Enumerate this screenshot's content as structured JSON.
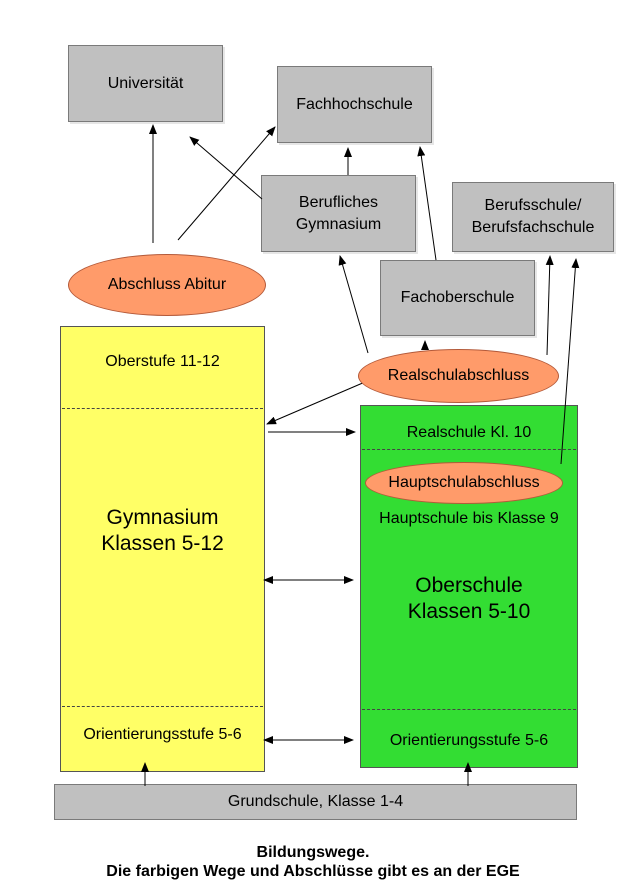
{
  "boxes": {
    "universitaet": "Universität",
    "fachhochschule": "Fachhochschule",
    "berufliches_gymnasium": "Berufliches\nGymnasium",
    "berufsschule": "Berufsschule/\nBerufsfachschule",
    "fachoberschule": "Fachoberschule",
    "grundschule": "Grundschule, Klasse 1-4"
  },
  "abschluesse": {
    "abitur": "Abschluss Abitur",
    "realschul": "Realschulabschluss",
    "hauptschul": "Hauptschulabschluss"
  },
  "gymnasium": {
    "oberstufe": "Oberstufe 11-12",
    "title": "Gymnasium\nKlassen 5-12",
    "orientierung": "Orientierungsstufe 5-6"
  },
  "oberschule": {
    "realschule": "Realschule Kl. 10",
    "hauptschule": "Hauptschule bis Klasse 9",
    "title": "Oberschule\nKlassen 5-10",
    "orientierung": "Orientierungsstufe 5-6"
  },
  "caption": {
    "line1": "Bildungswege.",
    "line2": "Die farbigen Wege und Abschlüsse gibt es an der EGE"
  },
  "colors": {
    "gymnasium_fill": "#ffff66",
    "oberschule_fill": "#33dd33",
    "abschluss_fill": "#ff9b6a",
    "box_fill": "#c0c0c0"
  }
}
